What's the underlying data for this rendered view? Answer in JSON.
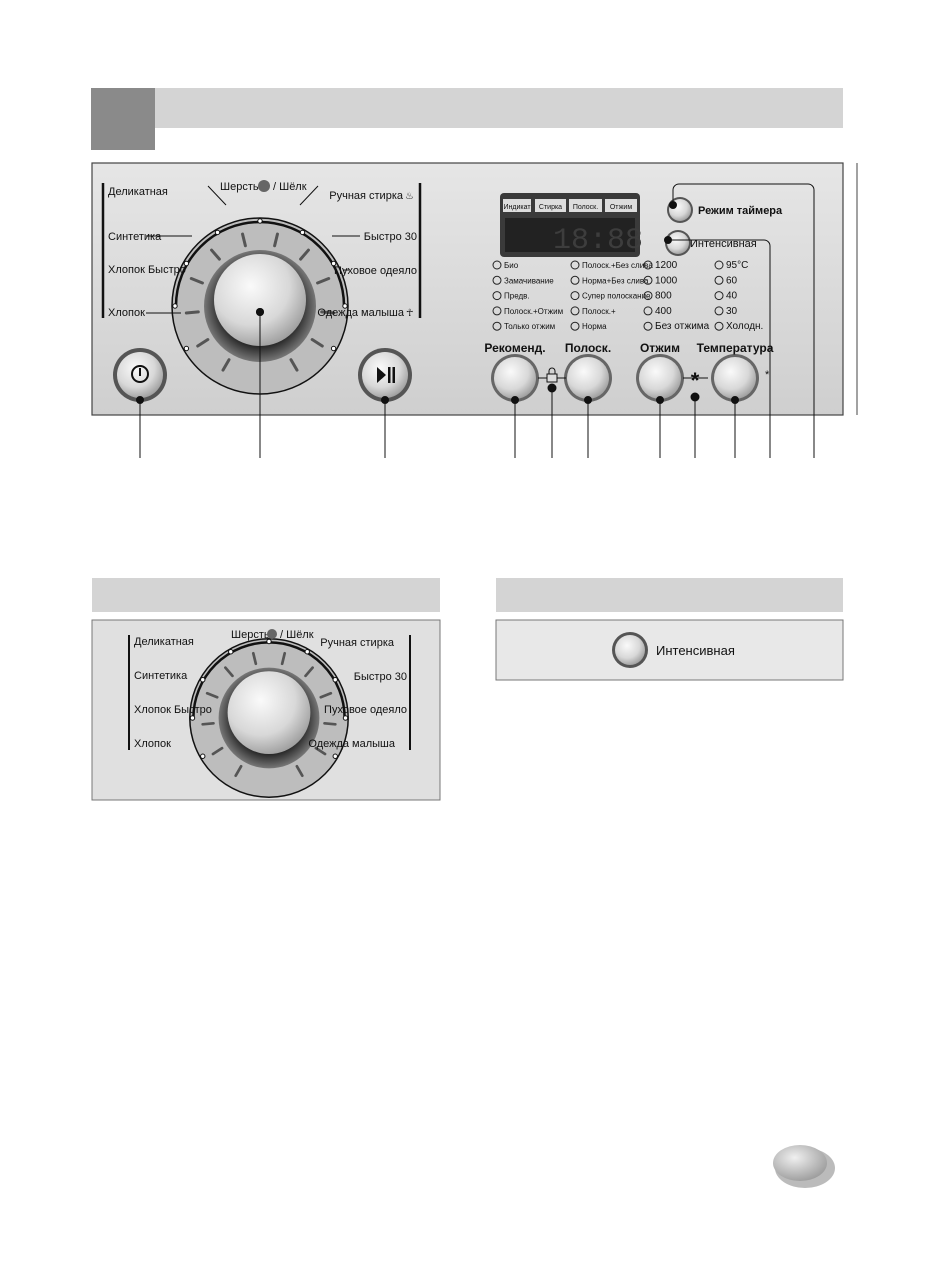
{
  "panel": {
    "dial_programs": {
      "left": [
        "Деликатная",
        "Синтетика",
        "Хлопок Быстро",
        "Хлопок"
      ],
      "top": "Шерсть",
      "top_sep": "/ Шёлк",
      "right": [
        "Ручная стирка",
        "Быстро 30",
        "Пуховое одеяло",
        "Одежда малыша"
      ]
    },
    "display": {
      "stages": [
        "Индикат",
        "Стирка",
        "Полоск.",
        "Отжим"
      ],
      "time": "18:88"
    },
    "timer_label": "Режим таймера",
    "intensive_label": "Интенсивная",
    "options": [
      [
        "Био",
        "Замачивание",
        "Предв.",
        "Полоск.+Отжим",
        "Только отжим"
      ],
      [
        "Полоск.+Без слива",
        "Норма+Без слива",
        "Супер полоскание",
        "Полоск.+",
        "Норма"
      ],
      [
        "1200",
        "1000",
        "800",
        "400",
        "Без отжима"
      ],
      [
        "95°C",
        "60",
        "40",
        "30",
        "Холодн."
      ]
    ],
    "buttons": [
      "Рекоменд.",
      "Полоск.",
      "Отжим",
      "Температура"
    ],
    "temperature_mark": "*",
    "icons": [
      "power-icon",
      "play-pause-icon",
      "child-lock-icon",
      "asterisk-icon",
      "wool-icon",
      "hand-wash-icon",
      "baby-clothes-icon"
    ]
  },
  "intensive_box": {
    "label": "Интенсивная"
  },
  "colors": {
    "header_bar": "#d4d4d4",
    "header_square": "#8a8a8a",
    "panel": "#dcdcdc",
    "display": "#3a3a3a"
  }
}
